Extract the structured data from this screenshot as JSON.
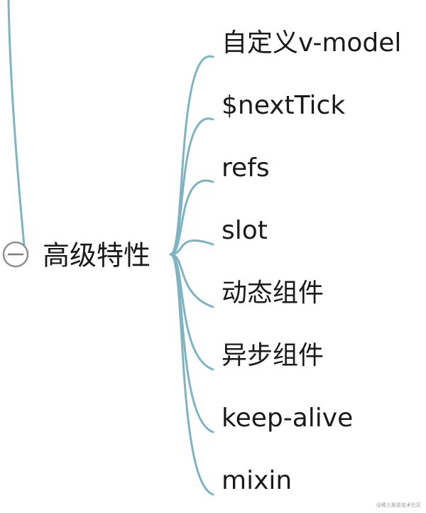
{
  "mindmap": {
    "main_topic": "高级特性",
    "collapse_icon": "minus-circle-icon",
    "children": [
      "自定义v-model",
      "$nextTick",
      "refs",
      "slot",
      "动态组件",
      "异步组件",
      "keep-alive",
      "mixin"
    ],
    "watermark": "@稀土掘金技术社区",
    "branch_color": "#7fb3c2"
  }
}
